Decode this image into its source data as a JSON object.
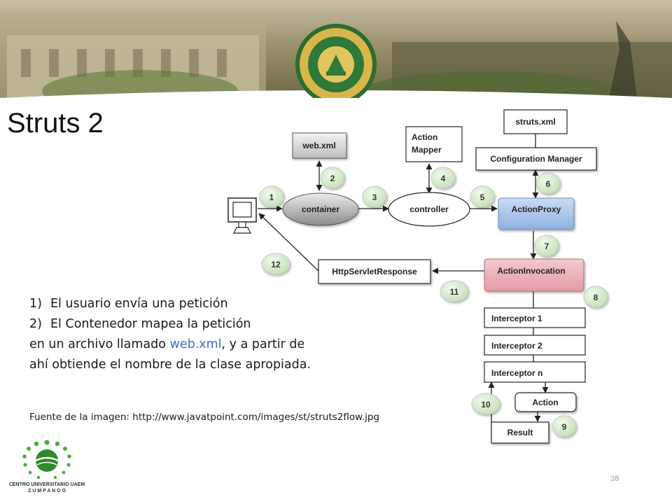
{
  "slide": {
    "title": "Struts 2",
    "page_number": "38",
    "body": {
      "item1_num": "1)",
      "item1_text": "El usuario envía una petición",
      "item2_num": "2)",
      "item2_text": "El Contenedor mapea la petición",
      "line3_pre": "en un archivo llamado ",
      "line3_link": "web.xml",
      "line3_post": ", y a partir de",
      "line4": "ahí obtiende el nombre de la clase apropiada."
    },
    "source": "Fuente de la imagen: http://www.javatpoint.com/images/st/struts2flow.jpg",
    "logo_text_line1": "CENTRO UNIVERSITARIO UAEM",
    "logo_text_line2": "Z U M P A N G O"
  },
  "diagram": {
    "nodes": {
      "web_xml": "web.xml",
      "action_mapper_line1": "Action",
      "action_mapper_line2": "Mapper",
      "struts_xml": "struts.xml",
      "configuration_manager": "Configuration Manager",
      "container": "container",
      "controller": "controller",
      "action_proxy": "ActionProxy",
      "http_servlet_response": "HttpServletResponse",
      "action_invocation": "ActionInvocation",
      "interceptor_1": "Interceptor 1",
      "interceptor_2": "Interceptor 2",
      "interceptor_n": "Interceptor n",
      "action": "Action",
      "result": "Result"
    },
    "steps": [
      "1",
      "2",
      "3",
      "4",
      "5",
      "6",
      "7",
      "8",
      "9",
      "10",
      "11",
      "12"
    ],
    "colors": {
      "action_proxy": "#a9c4e8",
      "action_invocation": "#e8a9b0",
      "container": "#b0b0b0",
      "badge": "#cfe8c4"
    }
  }
}
